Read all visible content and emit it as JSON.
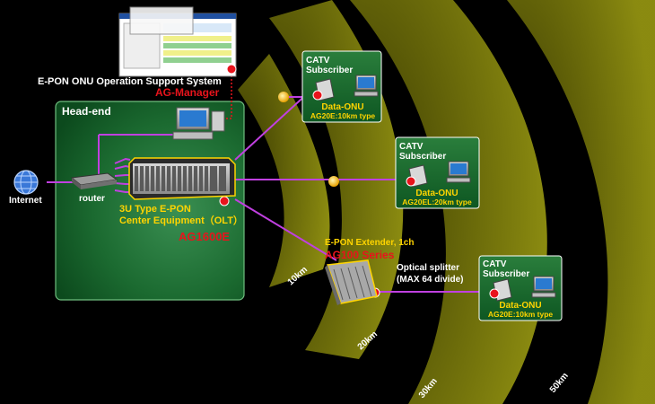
{
  "oss": {
    "title": "E-PON ONU Operation Support System",
    "product": "AG-Manager"
  },
  "headend": {
    "label": "Head-end"
  },
  "internet": {
    "label": "Internet"
  },
  "router": {
    "label": "router"
  },
  "olt": {
    "line1": "3U Type E-PON",
    "line2": "Center Equipment（OLT）",
    "model": "AG1600E"
  },
  "extender": {
    "line1": "E-PON Extender, 1ch",
    "model": "AG100 Series"
  },
  "splitter": {
    "line1": "Optical splitter",
    "line2": "(MAX 64 divide)"
  },
  "subscribers": [
    {
      "line1": "CATV",
      "line2": "Subscriber",
      "onu": "Data-ONU",
      "type": "AG20E:10km type"
    },
    {
      "line1": "CATV",
      "line2": "Subscriber",
      "onu": "Data-ONU",
      "type": "AG20EL:20km type"
    },
    {
      "line1": "CATV",
      "line2": "Subscriber",
      "onu": "Data-ONU",
      "type": "AG20E:10km type"
    }
  ],
  "distances": [
    "10km",
    "20km",
    "30km",
    "50km"
  ],
  "colors": {
    "accent_red": "#e8141c",
    "oss_yellow": "#ffd400",
    "fiber_purple": "#c040e0",
    "panel_green": "#1f6e33",
    "ring_olive": "#8a8a10"
  }
}
